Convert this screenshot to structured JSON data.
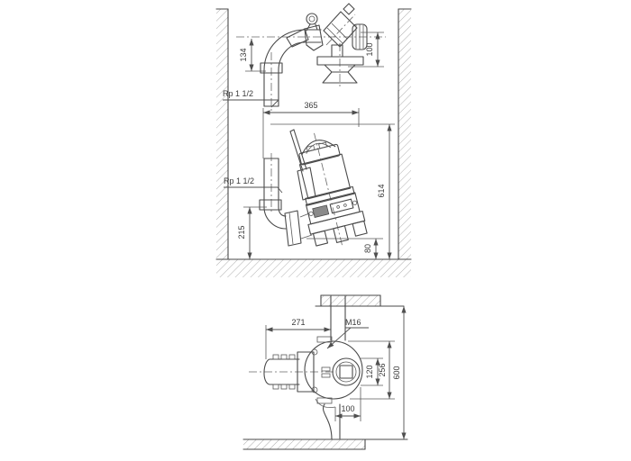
{
  "diagram": {
    "kind": "pump-installation-dimensional-drawing",
    "colors": {
      "background": "#ffffff",
      "drawing_line": "#4a4a4a",
      "dimension_line": "#4f4f4f",
      "text": "#3a3a3a",
      "hatch": "#9a9a9a"
    },
    "side_view": {
      "dims": {
        "d134": "134",
        "d100": "100",
        "d365": "365",
        "d614": "614",
        "d215": "215",
        "d80": "80"
      },
      "labels": {
        "thread_upper": "Rp 1 1/2",
        "thread_lower": "Rp 1 1/2"
      }
    },
    "plan_view": {
      "dims": {
        "d271": "271",
        "d120": "120",
        "d256": "256",
        "d600": "600",
        "d100": "100"
      },
      "labels": {
        "bolt": "M16"
      }
    }
  }
}
